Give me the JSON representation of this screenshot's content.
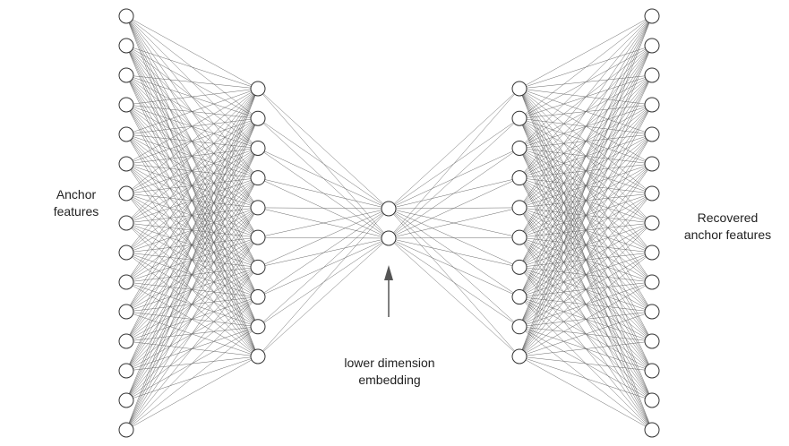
{
  "diagram": {
    "type": "autoencoder-network",
    "layers": [
      {
        "name": "input-layer",
        "nodes": 15
      },
      {
        "name": "encoder-hidden-layer",
        "nodes": 10
      },
      {
        "name": "embedding-layer",
        "nodes": 2
      },
      {
        "name": "decoder-hidden-layer",
        "nodes": 10
      },
      {
        "name": "output-layer",
        "nodes": 15
      }
    ],
    "fully_connected": true,
    "colors": {
      "edge": "#5a5a5a",
      "node_stroke": "#333333",
      "node_fill": "#ffffff",
      "arrow": "#555555"
    }
  },
  "labels": {
    "input": {
      "line1": "Anchor",
      "line2": "features"
    },
    "output": {
      "line1": "Recovered",
      "line2": "anchor features"
    },
    "embedding": {
      "line1": "lower dimension",
      "line2": "embedding"
    }
  }
}
